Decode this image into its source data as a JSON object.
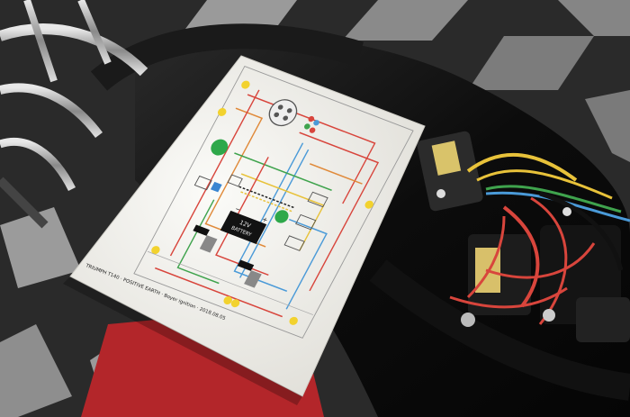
{
  "diagram": {
    "battery_voltage": "12V",
    "battery_label": "BATTERY",
    "plus_sign": "+",
    "minus_sign": "−",
    "footer_title": "TRIUMPH T140 · POSITIVE EARTH · Boyer ignition · 2018.08.05"
  },
  "colors": {
    "paper": "#f4f3ef",
    "wire_red": "#d8453c",
    "wire_blue": "#4a9ad8",
    "wire_yellow": "#e8c23a",
    "wire_green": "#3fa34d",
    "wire_orange": "#e08a3a",
    "bulb_yellow": "#f2d22e",
    "bulb_green": "#2ea84a",
    "seat_black": "#0e0e0e",
    "floor_dark": "#262626",
    "floor_light": "#8c8c8c",
    "floor_red": "#b3262a"
  }
}
